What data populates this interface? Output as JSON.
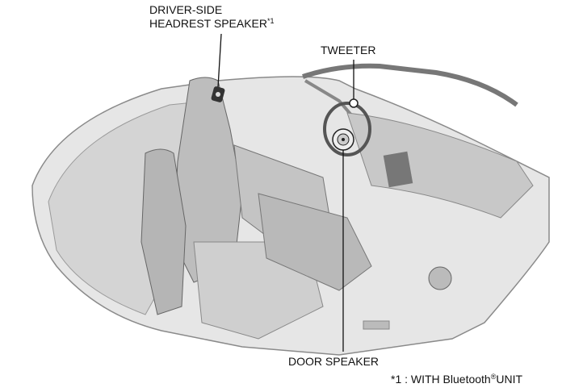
{
  "labels": {
    "headrest_line1": "DRIVER-SIDE",
    "headrest_line2": "HEADREST SPEAKER",
    "headrest_note": "*1",
    "tweeter": "TWEETER",
    "door_speaker": "DOOR SPEAKER"
  },
  "footnote": {
    "marker": "*1",
    "text_prefix": ": WITH Bluetooth",
    "registered": "®",
    "text_suffix": "UNIT"
  }
}
